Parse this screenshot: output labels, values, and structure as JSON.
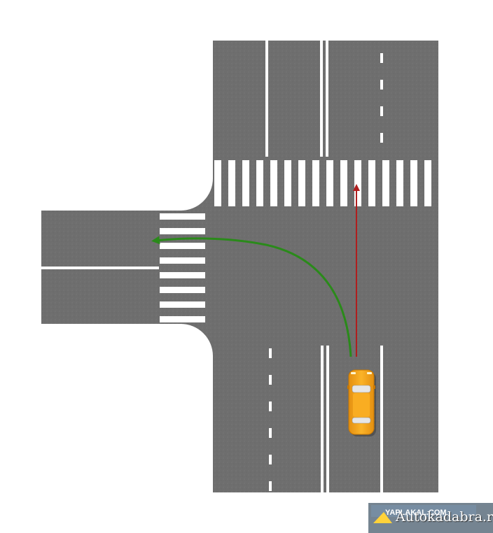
{
  "scene": {
    "type": "road-intersection",
    "layout": "T-junction, side road on the left",
    "road_color": "#6e6e6e",
    "marking_color": "#ffffff"
  },
  "vehicle": {
    "name": "car",
    "body_color": "#f7a81e",
    "heading": "north"
  },
  "paths": [
    {
      "name": "straight",
      "color": "#b01e1e",
      "direction": "north"
    },
    {
      "name": "left-turn",
      "color": "#2a8a1a",
      "direction": "west"
    }
  ],
  "watermark": {
    "logo_text": "YAPLAKAL.COM",
    "site": "Autokadabra.ru"
  }
}
